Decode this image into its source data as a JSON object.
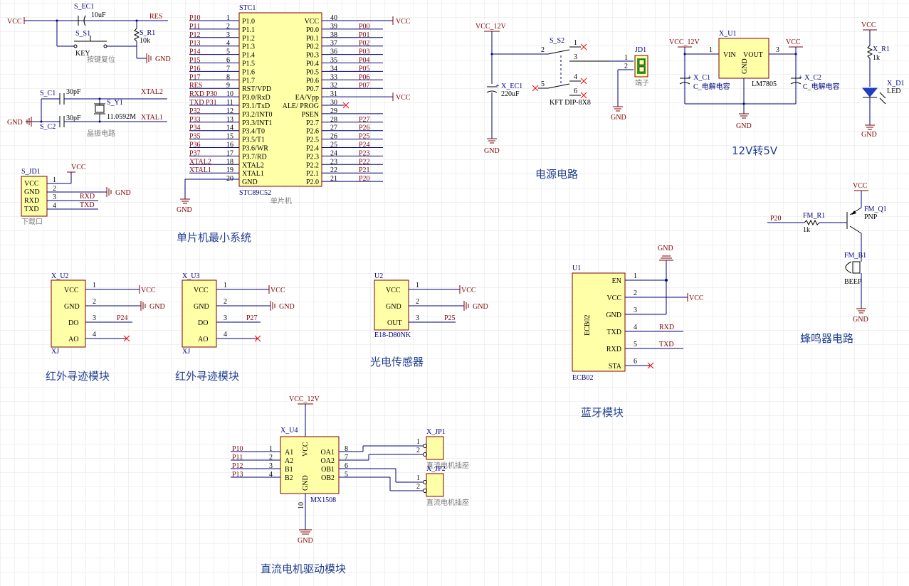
{
  "titles": {
    "mcu": "单片机最小系统",
    "power": "电源电路",
    "reg": "12V转5V",
    "ir1": "红外寻迹模块",
    "ir2": "红外寻迹模块",
    "photo": "光电传感器",
    "bt": "蓝牙模块",
    "buzzer": "蜂鸣器电路",
    "motor": "直流电机驱动模块"
  },
  "reset": {
    "vcc": "VCC",
    "ec1": "S_EC1",
    "ec1_val": "10uF",
    "s1": "S_S1",
    "key": "KEY",
    "key_cmt": "按键复位",
    "res": "RES",
    "r1": "S_R1",
    "r1_val": "10k",
    "gnd": "GND"
  },
  "crystal": {
    "c1": "S_C1",
    "c1_val": "30pF",
    "c2": "S_C2",
    "c2_val": "30pF",
    "y1": "S_Y1",
    "y1_val": "11.0592M",
    "xtal2": "XTAL2",
    "xtal1": "XTAL1",
    "gnd": "GND",
    "cmt": "晶振电路"
  },
  "jd1": {
    "des": "S_JD1",
    "pins": [
      "VCC",
      "GND",
      "RXD",
      "TXD"
    ],
    "nums": [
      "1",
      "2",
      "3",
      "4"
    ],
    "vcc": "VCC",
    "gnd": "GND",
    "rxd": "RXD",
    "txd": "TXD",
    "cmt": "下载口"
  },
  "mcu": {
    "des": "STC1",
    "part": "STC89C52",
    "cmt": "单片机",
    "gnd": "GND",
    "left": [
      {
        "net": "P10",
        "num": "1",
        "name": "P1.0"
      },
      {
        "net": "P11",
        "num": "2",
        "name": "P1.1"
      },
      {
        "net": "P12",
        "num": "3",
        "name": "P1.2"
      },
      {
        "net": "P13",
        "num": "4",
        "name": "P1.3"
      },
      {
        "net": "P14",
        "num": "5",
        "name": "P1.4"
      },
      {
        "net": "P15",
        "num": "6",
        "name": "P1.5"
      },
      {
        "net": "P16",
        "num": "7",
        "name": "P1.6"
      },
      {
        "net": "P17",
        "num": "8",
        "name": "P1.7"
      },
      {
        "net": "RES",
        "num": "9",
        "name": "RST/VPD"
      },
      {
        "net": "RXD P30",
        "num": "10",
        "name": "P3.0/RxD"
      },
      {
        "net": "TXD P31",
        "num": "11",
        "name": "P3.1/TxD"
      },
      {
        "net": "P32",
        "num": "12",
        "name": "P3.2/INT0"
      },
      {
        "net": "P33",
        "num": "13",
        "name": "P3.3/INT1"
      },
      {
        "net": "P34",
        "num": "14",
        "name": "P3.4/T0"
      },
      {
        "net": "P35",
        "num": "15",
        "name": "P3.5/T1"
      },
      {
        "net": "P36",
        "num": "16",
        "name": "P3.6/WR"
      },
      {
        "net": "P37",
        "num": "17",
        "name": "P3.7/RD"
      },
      {
        "net": "XTAL2",
        "num": "18",
        "name": "XTAL2"
      },
      {
        "net": "XTAL1",
        "num": "19",
        "name": "XTAL1"
      },
      {
        "net": "",
        "num": "20",
        "name": "GND"
      }
    ],
    "right": [
      {
        "net": "VCC",
        "num": "40",
        "name": "VCC"
      },
      {
        "net": "P00",
        "num": "39",
        "name": "P0.0"
      },
      {
        "net": "P01",
        "num": "38",
        "name": "P0.1"
      },
      {
        "net": "P02",
        "num": "37",
        "name": "P0.2"
      },
      {
        "net": "P03",
        "num": "36",
        "name": "P0.3"
      },
      {
        "net": "P04",
        "num": "35",
        "name": "P0.4"
      },
      {
        "net": "P05",
        "num": "34",
        "name": "P0.5"
      },
      {
        "net": "P06",
        "num": "33",
        "name": "P0.6"
      },
      {
        "net": "P07",
        "num": "32",
        "name": "P0.7"
      },
      {
        "net": "VCC",
        "num": "31",
        "name": "EA/Vpp"
      },
      {
        "net": "",
        "num": "30",
        "name": "ALE/ PROG"
      },
      {
        "net": "",
        "num": "29",
        "name": "PSEN"
      },
      {
        "net": "P27",
        "num": "28",
        "name": "P2.7"
      },
      {
        "net": "P26",
        "num": "27",
        "name": "P2.6"
      },
      {
        "net": "P25",
        "num": "26",
        "name": "P2.5"
      },
      {
        "net": "P24",
        "num": "25",
        "name": "P2.4"
      },
      {
        "net": "P23",
        "num": "24",
        "name": "P2.3"
      },
      {
        "net": "P22",
        "num": "23",
        "name": "P2.2"
      },
      {
        "net": "P21",
        "num": "22",
        "name": "P2.1"
      },
      {
        "net": "P20",
        "num": "21",
        "name": "P2.0"
      }
    ]
  },
  "power": {
    "vcc12": "VCC_12V",
    "s2": "S_S2",
    "s2_part": "KFT DIP-8X8",
    "ec1": "+ X_EC1",
    "ec1_val": "220uF",
    "jd1": "JD1",
    "jd1_cmt": "端子",
    "gnd": "GND",
    "sw_nums": [
      "1",
      "2",
      "3",
      "4",
      "5",
      "6"
    ],
    "jd_nums": [
      "1",
      "2"
    ]
  },
  "reg": {
    "vcc12": "VCC_12V",
    "vcc": "VCC",
    "u1": "X_U1",
    "vin": "VIN",
    "vout": "VOUT",
    "gndpin": "GND",
    "part": "LM7805",
    "c1": "+ X_C1",
    "c1_cmt": "C_电解电容",
    "c2": "+ X_C2",
    "c2_cmt": "C_电解电容",
    "gnd": "GND",
    "n1": "1",
    "n3": "3"
  },
  "led": {
    "vcc": "VCC",
    "r1": "X_R1",
    "r1_val": "1k",
    "d1": "X_D1",
    "d1_val": "LED",
    "gnd": "GND"
  },
  "buzzer": {
    "vcc": "VCC",
    "p20": "P20",
    "r1": "FM_R1",
    "r1_val": "1k",
    "q1": "FM_Q1",
    "q1_val": "PNP",
    "b1": "FM_B1",
    "b1_val": "BEEP",
    "gnd": "GND"
  },
  "ir1": {
    "des": "X_U2",
    "foot": "XJ",
    "pins": [
      "VCC",
      "GND",
      "DO",
      "AO"
    ],
    "nums": [
      "1",
      "2",
      "3",
      "4"
    ],
    "vcc": "VCC",
    "gnd": "GND",
    "out": "P24"
  },
  "ir2": {
    "des": "X_U3",
    "foot": "XJ",
    "pins": [
      "VCC",
      "GND",
      "DO",
      "AO"
    ],
    "nums": [
      "1",
      "2",
      "3",
      "4"
    ],
    "vcc": "VCC",
    "gnd": "GND",
    "out": "P27"
  },
  "photo": {
    "des": "U2",
    "part": "E18-D80NK",
    "pins": [
      "VCC",
      "GND",
      "OUT"
    ],
    "nums": [
      "1",
      "2",
      "3"
    ],
    "vcc": "VCC",
    "gnd": "GND",
    "out": "P25"
  },
  "bt": {
    "des": "U1",
    "part": "ECB02",
    "body": "ECB02",
    "pins": [
      "EN",
      "VCC",
      "GND",
      "TXD",
      "RXD",
      "STA"
    ],
    "nums": [
      "1",
      "2",
      "3",
      "4",
      "5",
      "6"
    ],
    "gnd": "GND",
    "vcc": "VCC",
    "rxd": "RXD",
    "txd": "TXD"
  },
  "motor": {
    "vcc12": "VCC_12V",
    "des": "X_U4",
    "part": "MX1508",
    "lpins": [
      "A1",
      "A2",
      "B1",
      "B2"
    ],
    "lnums": [
      "1",
      "2",
      "3",
      "4"
    ],
    "lnets": [
      "P10",
      "P11",
      "P12",
      "P13"
    ],
    "rpins": [
      "OA1",
      "OA2",
      "OB1",
      "OB2"
    ],
    "rnums": [
      "8",
      "7",
      "6",
      "5"
    ],
    "vccpin": "VCC",
    "gndpin": "GND",
    "gndnum": "10",
    "gnd": "GND",
    "jp1": "X_JP1",
    "jp2": "X_JP2",
    "jp_cmt": "直流电机插座",
    "jp_nums": [
      "1",
      "2"
    ]
  }
}
